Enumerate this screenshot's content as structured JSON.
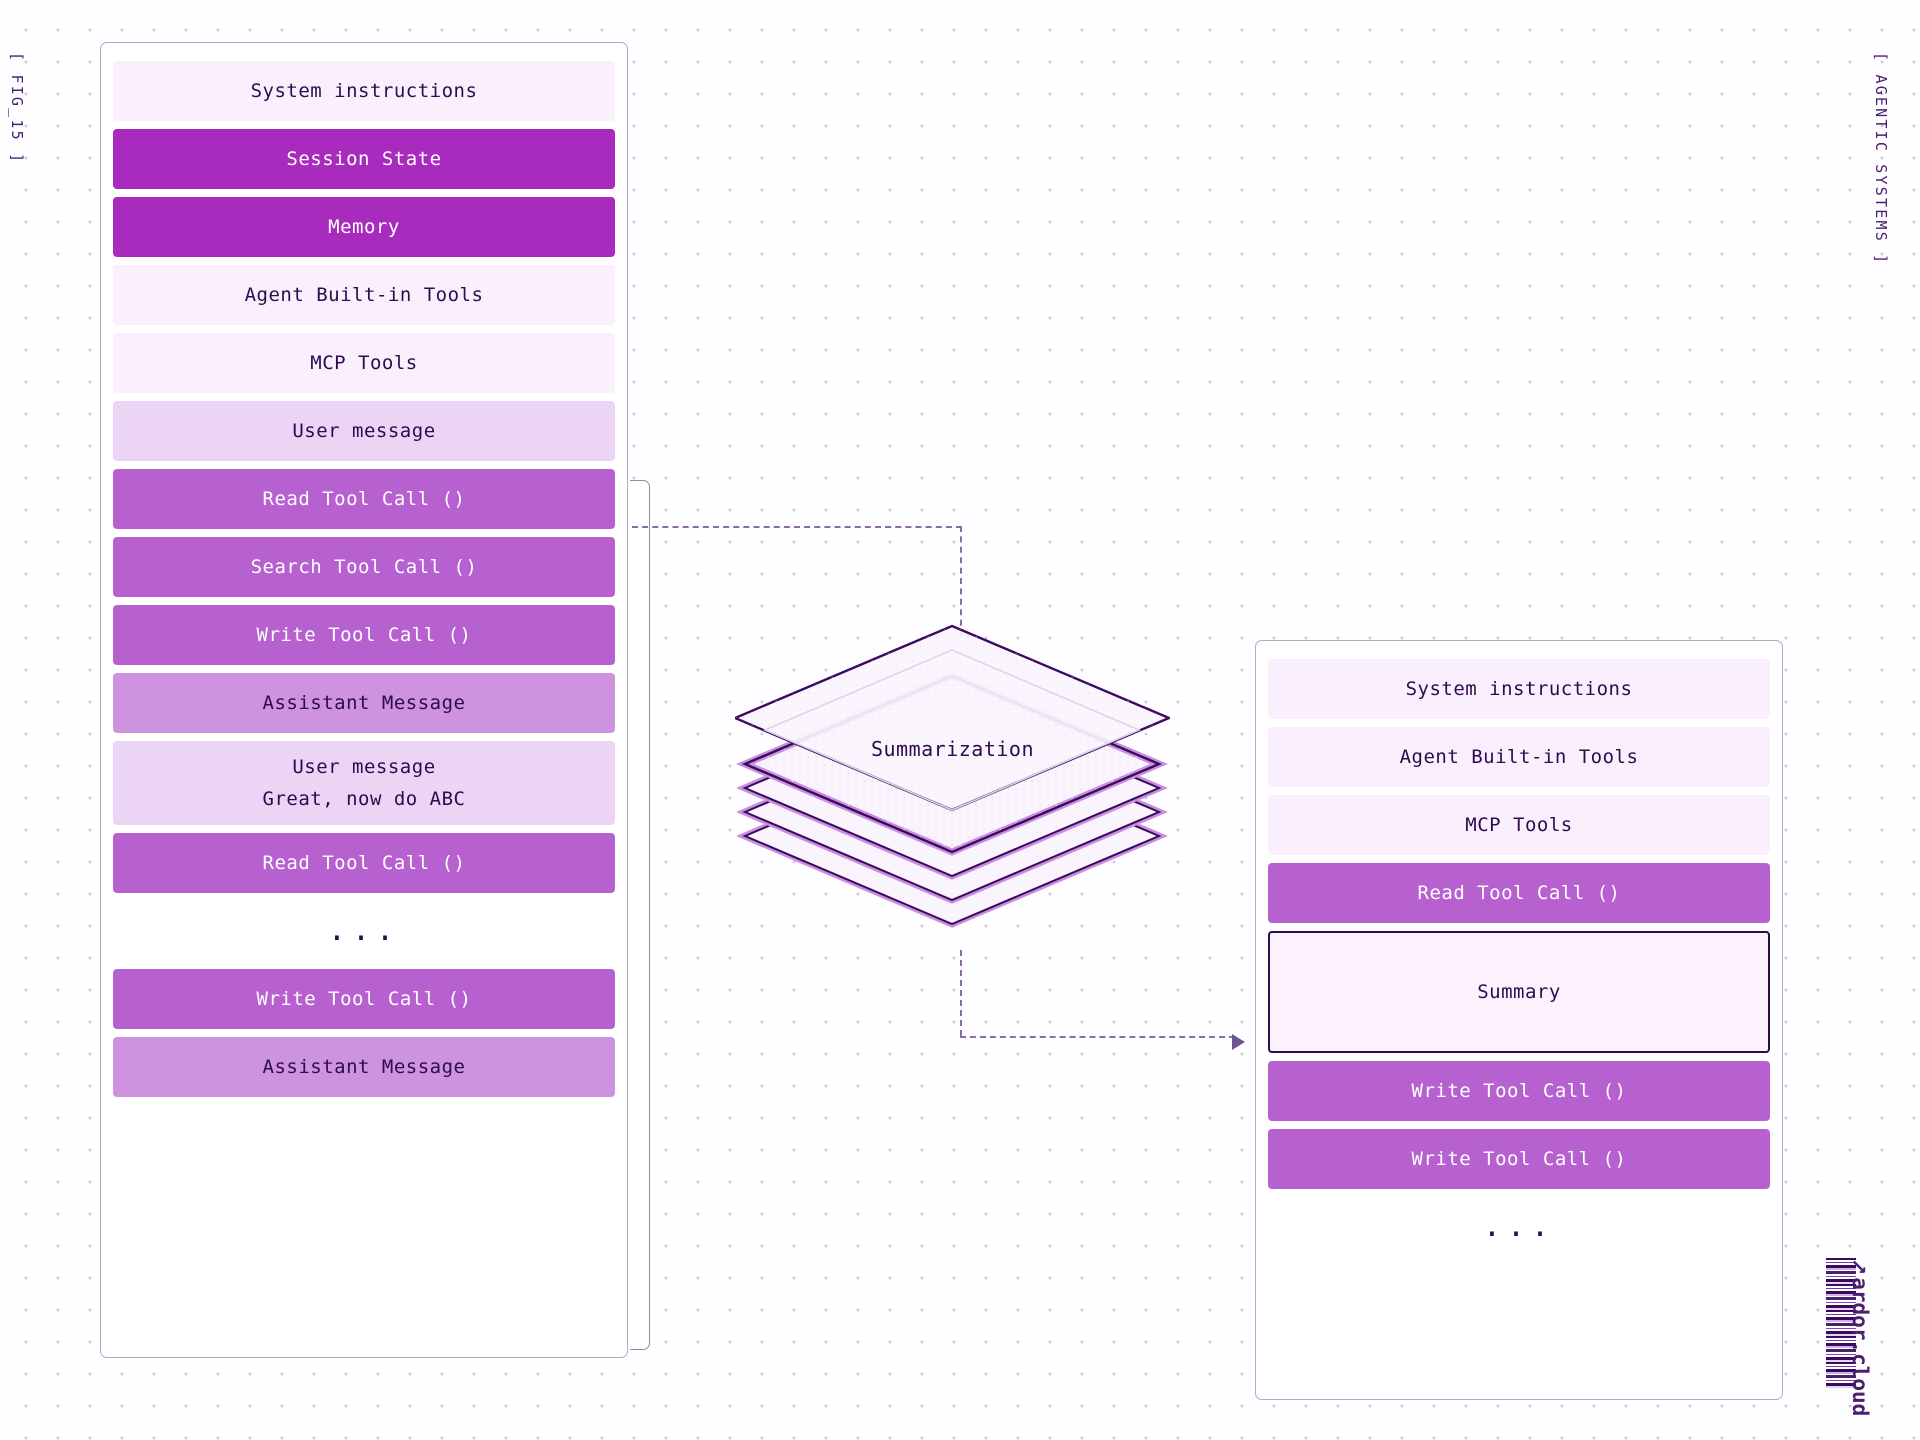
{
  "meta": {
    "figure_label": "[ FIG_15 ]",
    "section_label": "[ AGENTIC SYSTEMS ]",
    "brand_name": "ardor.cloud",
    "brand_arrow_icon": "arrow-up-right-icon"
  },
  "colors": {
    "pale": "#faeffd",
    "light": "#ecd4f4",
    "mid": "#cd93de",
    "strong": "#b761d1",
    "deep": "#a82bbd",
    "ink": "#2d0b4e",
    "dash": "#8a6aa8",
    "panel_border": "#b9a8c6"
  },
  "left_panel": {
    "name": "pre-summarization-context-window",
    "rows": [
      {
        "label": "System instructions",
        "tone": "tone-pale",
        "h": 60
      },
      {
        "label": "Session State",
        "tone": "tone-deep",
        "h": 60
      },
      {
        "label": "Memory",
        "tone": "tone-deep",
        "h": 60
      },
      {
        "label": "Agent Built-in Tools",
        "tone": "tone-pale",
        "h": 60
      },
      {
        "label": "MCP Tools",
        "tone": "tone-pale",
        "h": 60
      },
      {
        "label": "User message",
        "tone": "tone-light",
        "h": 60
      },
      {
        "label": "Read Tool Call ()",
        "tone": "tone-strong",
        "h": 60
      },
      {
        "label": "Search Tool Call ()",
        "tone": "tone-strong",
        "h": 60
      },
      {
        "label": "Write Tool Call ()",
        "tone": "tone-strong",
        "h": 60
      },
      {
        "label": "Assistant Message",
        "tone": "tone-mid",
        "h": 60
      },
      {
        "label": "User message",
        "line2": "Great, now do ABC",
        "tone": "tone-light",
        "h": 84
      },
      {
        "label": "Read Tool Call ()",
        "tone": "tone-strong",
        "h": 60
      },
      {
        "label": "...",
        "tone": "tone-blank",
        "h": 60,
        "is_ellipsis": true
      },
      {
        "label": "Write Tool Call ()",
        "tone": "tone-strong",
        "h": 60
      },
      {
        "label": "Assistant Message",
        "tone": "tone-mid",
        "h": 60
      }
    ]
  },
  "right_panel": {
    "name": "post-summarization-context-window",
    "rows": [
      {
        "label": "System instructions",
        "tone": "tone-pale",
        "h": 60
      },
      {
        "label": "Agent Built-in Tools",
        "tone": "tone-pale",
        "h": 60
      },
      {
        "label": "MCP Tools",
        "tone": "tone-pale",
        "h": 60
      },
      {
        "label": "Read Tool Call ()",
        "tone": "tone-strong",
        "h": 60
      },
      {
        "label": "Summary",
        "tone": "tone-summary",
        "h": 122
      },
      {
        "label": "Write Tool Call ()",
        "tone": "tone-strong",
        "h": 60
      },
      {
        "label": "Write Tool Call ()",
        "tone": "tone-strong",
        "h": 60
      },
      {
        "label": "...",
        "tone": "tone-blank",
        "h": 60,
        "is_ellipsis": true
      }
    ]
  },
  "process": {
    "label": "Summarization",
    "icon": "stacked-layers-icon",
    "layer_count": 4
  }
}
